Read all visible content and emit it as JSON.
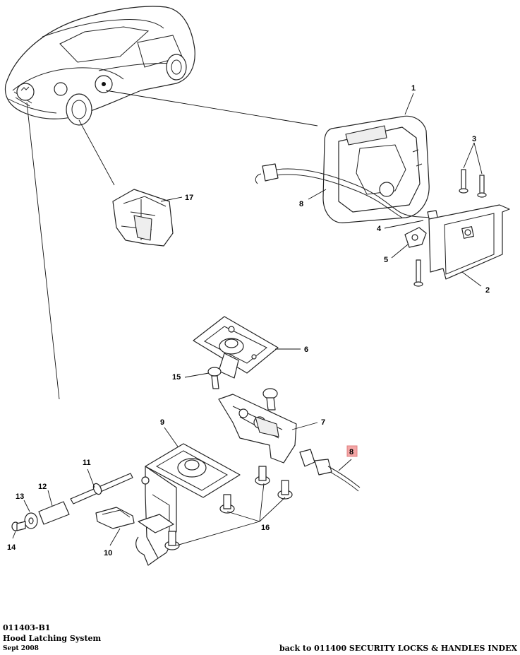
{
  "diagram": {
    "callouts": {
      "p1": "1",
      "p2": "2",
      "p3": "3",
      "p4": "4",
      "p5": "5",
      "p6": "6",
      "p7": "7",
      "p8a": "8",
      "p8b": "8",
      "p9": "9",
      "p10": "10",
      "p11": "11",
      "p12": "12",
      "p13": "13",
      "p14": "14",
      "p15": "15",
      "p16": "16",
      "p17": "17"
    },
    "highlight_color": "#f4a6a6"
  },
  "footer": {
    "ref_code": "011403-B1",
    "ref_title": "Hood Latching System",
    "ref_date": "Sept 2008",
    "back_link": "back to 011400 SECURITY LOCKS & HANDLES INDEX"
  }
}
